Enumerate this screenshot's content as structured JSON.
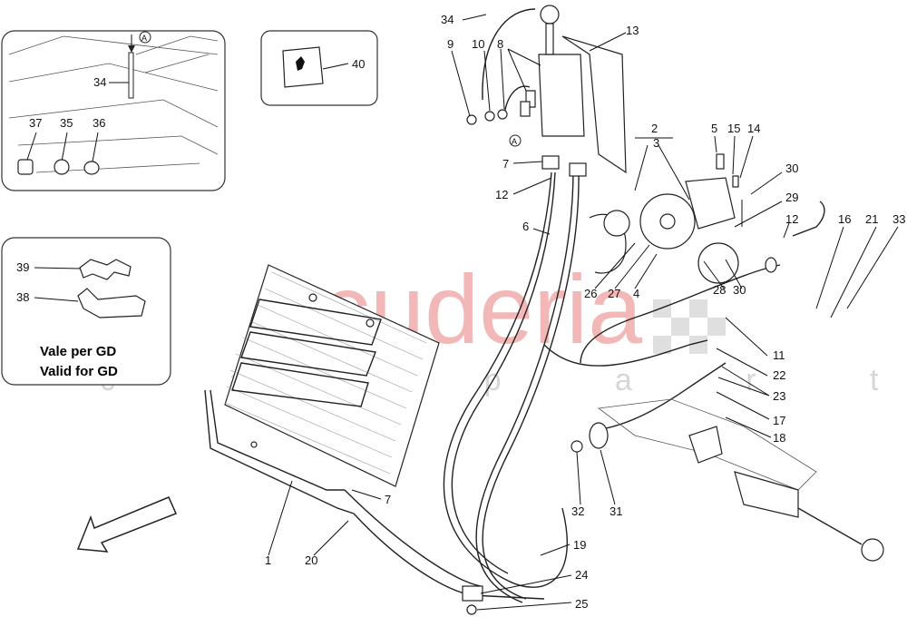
{
  "watermark": {
    "main": "scuderia",
    "sub": "c a r p a r t s"
  },
  "inset_left_top": {
    "labels": {
      "a": "A",
      "p34": "34",
      "p37": "37",
      "p35": "35",
      "p36": "36"
    }
  },
  "inset_mid_top": {
    "labels": {
      "p40": "40"
    }
  },
  "inset_left_mid": {
    "labels": {
      "p39": "39",
      "p38": "38"
    },
    "note_line1": "Vale per GD",
    "note_line2": "Valid for GD"
  },
  "callouts": {
    "c34": "34",
    "c9": "9",
    "c10": "10",
    "c8": "8",
    "c13": "13",
    "cA": "A",
    "c7a": "7",
    "c12a": "12",
    "c2": "2",
    "c3": "3",
    "c5": "5",
    "c15": "15",
    "c14": "14",
    "c30a": "30",
    "c29": "29",
    "c12b": "12",
    "c16": "16",
    "c21": "21",
    "c33": "33",
    "c6": "6",
    "c26": "26",
    "c27": "27",
    "c4": "4",
    "c28": "28",
    "c30b": "30",
    "c11": "11",
    "c22": "22",
    "c23": "23",
    "c17": "17",
    "c18": "18",
    "c32": "32",
    "c31": "31",
    "c19": "19",
    "c24": "24",
    "c25": "25",
    "c7b": "7",
    "c20": "20",
    "c1": "1"
  },
  "colors": {
    "watermark": "#f2b8b8",
    "ink": "#111111"
  }
}
